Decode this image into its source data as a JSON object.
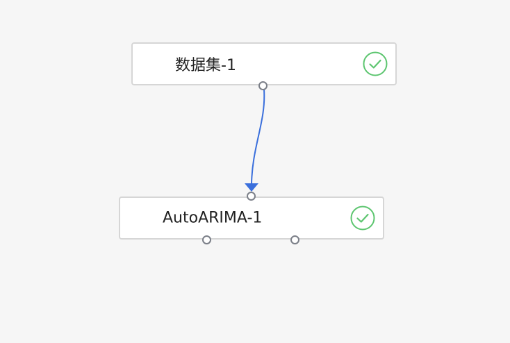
{
  "nodes": [
    {
      "label": "数据集-1",
      "status": "success"
    },
    {
      "label": "AutoARIMA-1",
      "status": "success"
    }
  ],
  "edges": [
    {
      "from": "数据集-1",
      "to": "AutoARIMA-1"
    }
  ],
  "colors": {
    "canvas_bg": "#f6f6f6",
    "node_border": "#d6d6d6",
    "edge": "#3a6fdc",
    "status_success": "#5cc56f",
    "port_border": "#7b7f88"
  }
}
